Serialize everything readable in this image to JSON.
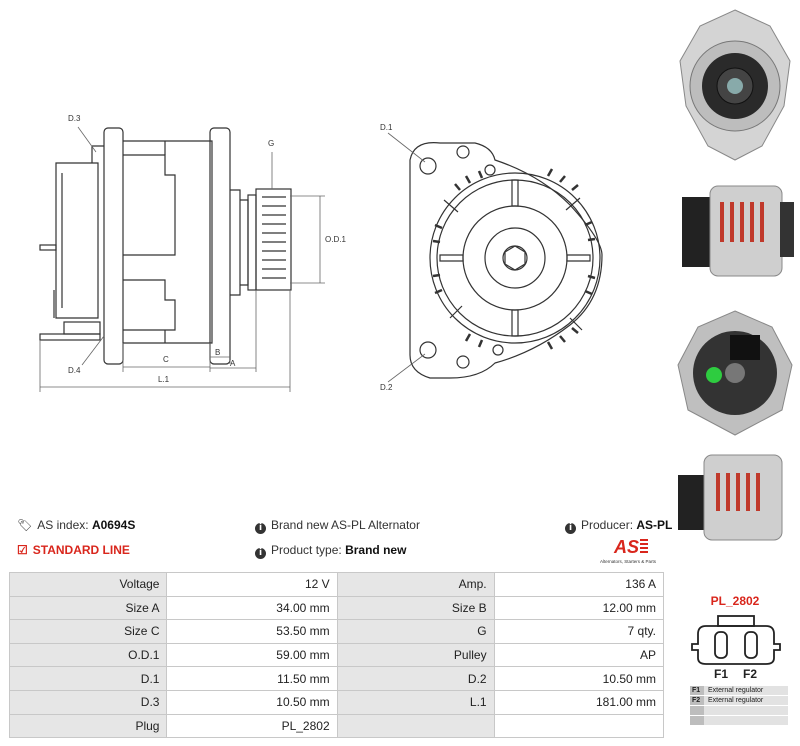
{
  "drawing_labels": {
    "d3": "D.3",
    "d4": "D.4",
    "g": "G",
    "od1": "O.D.1",
    "b": "B",
    "c": "C",
    "a": "A",
    "l1": "L.1",
    "d1": "D.1",
    "d2": "D.2"
  },
  "info": {
    "as_index_label": "AS index:",
    "as_index_value": "A0694S",
    "standard_line": "STANDARD LINE",
    "brand_new_text": "Brand new AS-PL Alternator",
    "product_type_label": "Product type:",
    "product_type_value": "Brand new",
    "producer_label": "Producer:",
    "producer_value": "AS-PL"
  },
  "logo": {
    "mark": "AS",
    "tagline": "Alternators, Starters & Parts"
  },
  "specs": [
    [
      "Voltage",
      "12 V",
      "Amp.",
      "136 A"
    ],
    [
      "Size A",
      "34.00 mm",
      "Size B",
      "12.00 mm"
    ],
    [
      "Size C",
      "53.50 mm",
      "G",
      "7 qty."
    ],
    [
      "O.D.1",
      "59.00 mm",
      "Pulley",
      "AP"
    ],
    [
      "D.1",
      "11.50 mm",
      "D.2",
      "10.50 mm"
    ],
    [
      "D.3",
      "10.50 mm",
      "L.1",
      "181.00 mm"
    ],
    [
      "Plug",
      "PL_2802",
      "",
      ""
    ]
  ],
  "plug": {
    "title": "PL_2802",
    "pin1": "F1",
    "pin2": "F2",
    "legend": [
      {
        "key": "F1",
        "desc": "External regulator"
      },
      {
        "key": "F2",
        "desc": "External regulator"
      },
      {
        "key": "",
        "desc": ""
      },
      {
        "key": "",
        "desc": ""
      }
    ]
  },
  "colors": {
    "accent_red": "#d9261c",
    "label_cell": "#e6e6e6",
    "border": "#c8c8c8"
  }
}
